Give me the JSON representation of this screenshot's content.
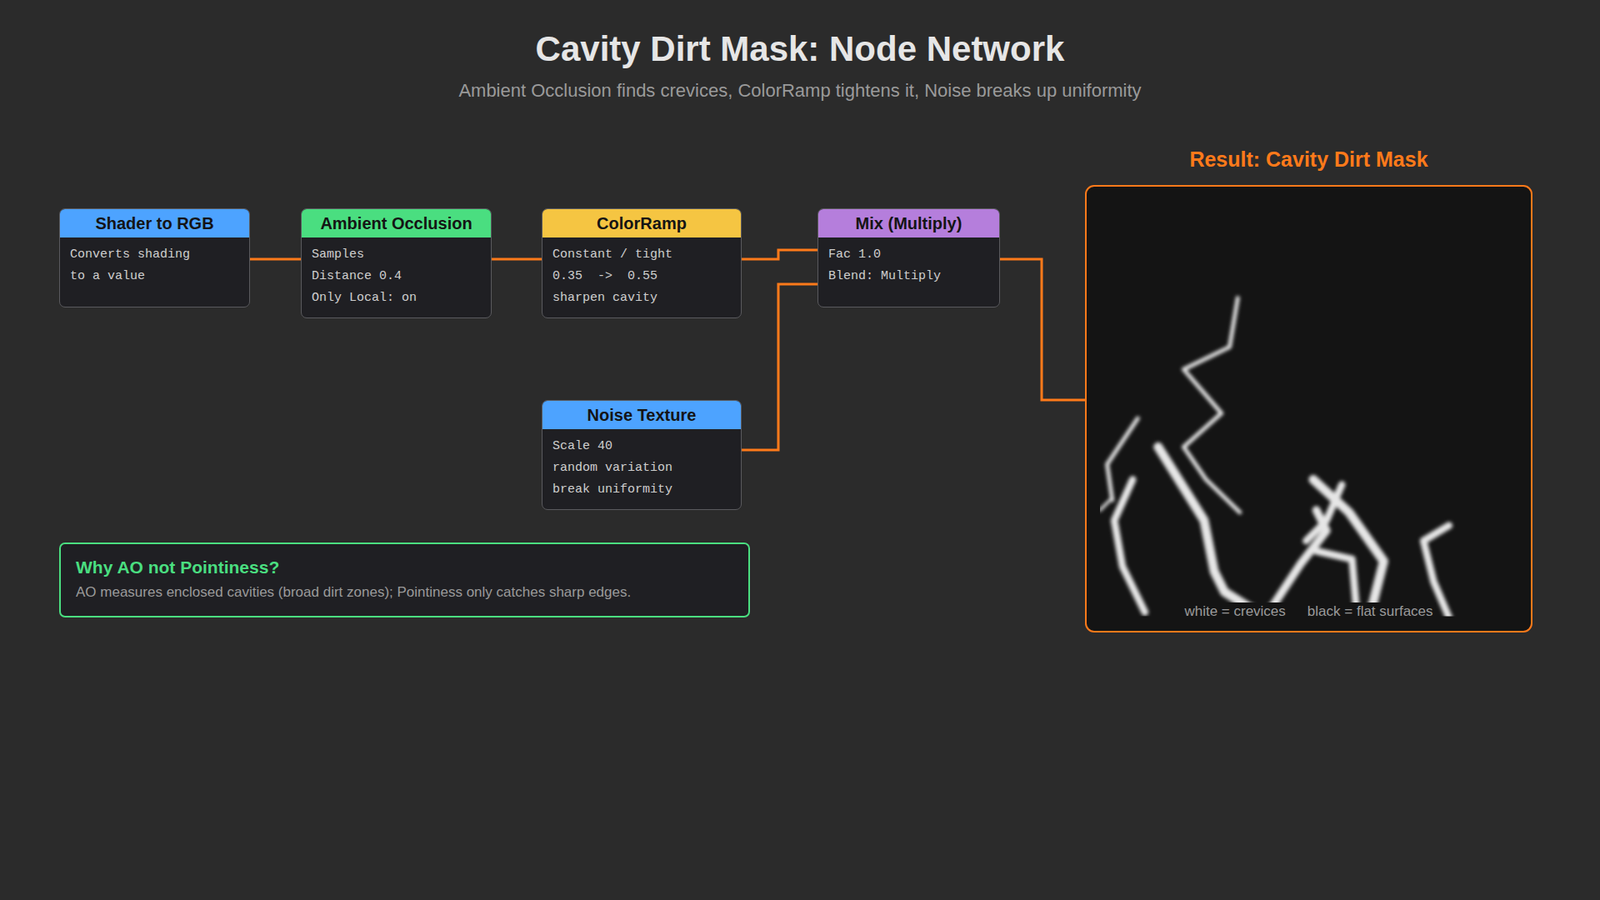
{
  "diagram": {
    "title": "Cavity Dirt Mask: Node Network",
    "nodes": [
      {
        "text": [
          "Shader to RGB",
          "Converts shading to a value"
        ]
      },
      {
        "text": [
          "Ambient Occlusion",
          "Samples",
          "Distance 0.4",
          "Only Local: on"
        ]
      },
      {
        "text": [
          "ColorRamp",
          "Constant / tight",
          "0.35  ->  0.55",
          "sharpen cavity"
        ]
      },
      {
        "text": [
          "Mix (Multiply)",
          "Fac 1.0",
          "Blend: Multiply"
        ]
      },
      {
        "text": [
          "Result: Cavity Dirt Mask",
          "white = crevices",
          "black = flat surfaces"
        ]
      },
      {
        "text": [
          "Noise Texture",
          "Scale 40",
          "random variation",
          "break uniformity"
        ]
      },
      {
        "text": [
          "Why AO not Pointiness?",
          "AO measures enclosed cavities (broad dirt zones); Pointiness only catches sharp edges."
        ]
      }
    ],
    "edges": [
      {
        "from": 0,
        "to": 1,
        "arrow": "none"
      },
      {
        "from": 1,
        "to": 2,
        "arrow": "none"
      },
      {
        "from": 2,
        "to": 3,
        "arrow": "none"
      },
      {
        "from": 5,
        "to": 3,
        "arrow": "none"
      },
      {
        "from": 3,
        "to": 4,
        "arrow": "none"
      }
    ],
    "labels": [
      "Ambient Occlusion finds crevices, ColorRamp tightens it, Noise breaks up uniformity"
    ]
  }
}
